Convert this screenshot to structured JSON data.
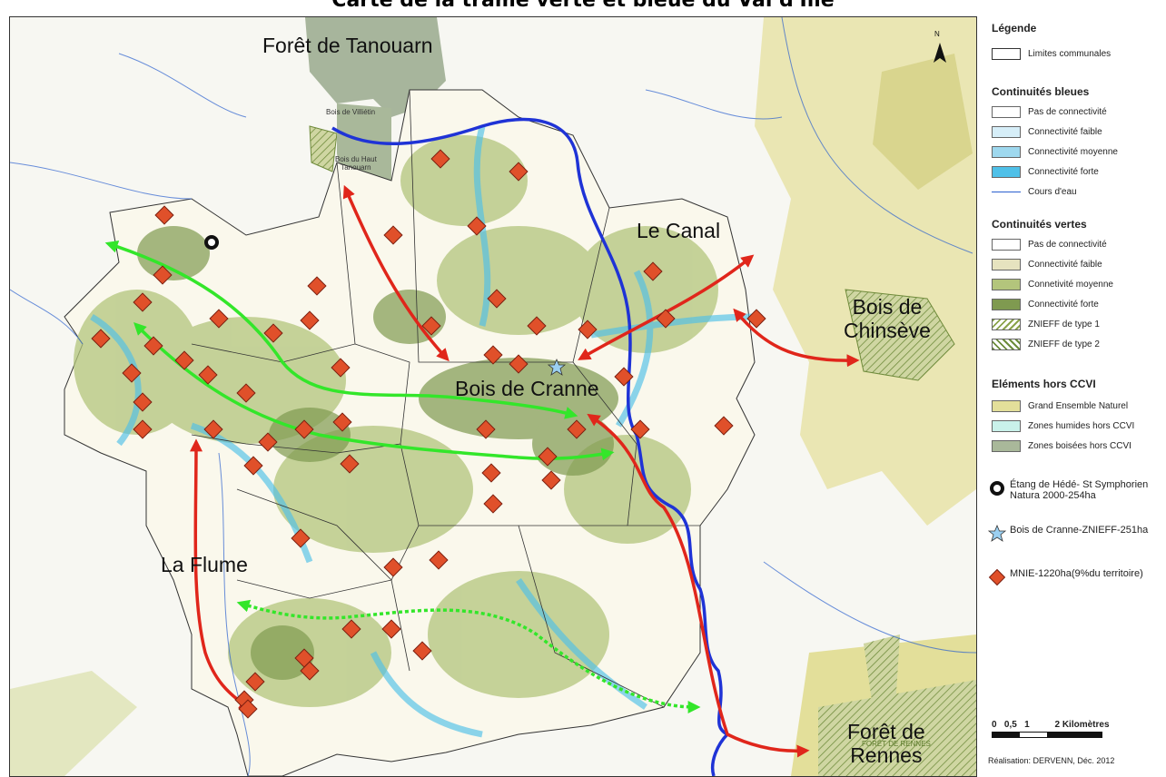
{
  "title": "Carte de la trame verte et bleue du Val d'Ille",
  "map_labels": {
    "foret_tanouarn": "Forêt de Tanouarn",
    "le_canal": "Le Canal",
    "bois_chinseve": "Bois de\nChinsève",
    "bois_cranne": "Bois de Cranne",
    "la_flume": "La Flume",
    "foret_rennes": "Forêt de\nRennes",
    "bois_villietin": "Bois de Villiétin",
    "bois_haut_tanouarn": "Bois du Haut\nTanouarn",
    "foret_de_rennes_small": "FORÊT DE RENNES"
  },
  "legend": {
    "heading": "Légende",
    "limites": "Limites communales",
    "bleues": {
      "heading": "Continuités bleues",
      "items": [
        "Pas de connectivité",
        "Connectivité faible",
        "Connectivité moyenne",
        "Connectivité forte",
        "Cours d'eau"
      ],
      "colors": [
        "#ffffff",
        "#d6eef8",
        "#9ed8ee",
        "#4fc0e8"
      ]
    },
    "vertes": {
      "heading": "Continuités vertes",
      "items": [
        "Pas de connectivité",
        "Connectivité faible",
        "Connetivité moyenne",
        "Connectivité forte",
        "ZNIEFF de type 1",
        "ZNIEFF de type 2"
      ],
      "colors": [
        "#ffffff",
        "#e6e3bf",
        "#b3c57c",
        "#7f9a50"
      ]
    },
    "hors": {
      "heading": "Eléments hors CCVI",
      "items": [
        "Grand Ensemble Naturel",
        "Zones humides hors CCVI",
        "Zones boisées hors CCVI"
      ],
      "colors": [
        "#e3df9a",
        "#c9f1ea",
        "#a9b89a"
      ]
    },
    "special": [
      "Étang de Hédé- St Symphorien\nNatura 2000-254ha",
      "Bois de Cranne-ZNIEFF-251ha",
      "MNIE-1220ha(9%du territoire)"
    ],
    "scale": "0   0,5   1          2 Kilomètres",
    "credit": "Réalisation: DERVENN, Déc. 2012"
  },
  "north_label": "N",
  "colors": {
    "river": "#1f33d6",
    "red_corridor": "#e0261b",
    "green_corridor": "#33e62a",
    "mnie": "#e0502a"
  }
}
